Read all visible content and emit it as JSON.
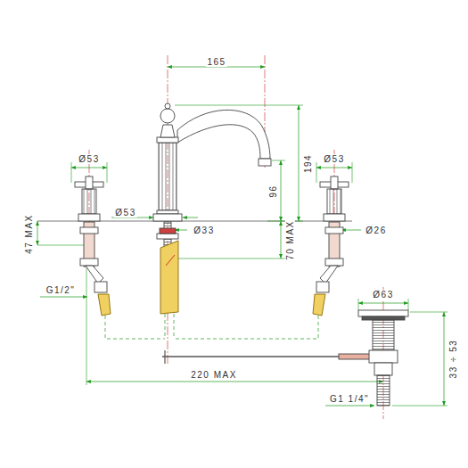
{
  "diagram": {
    "labels": [
      "165",
      "Ø53",
      "194",
      "Ø53",
      "96",
      "Ø53",
      "47 MAX",
      "Ø33",
      "70 MAX",
      "Ø26",
      "G1/2\"",
      "Ø63",
      "33 ÷ 53",
      "220 MAX",
      "G1 1/4\""
    ]
  }
}
